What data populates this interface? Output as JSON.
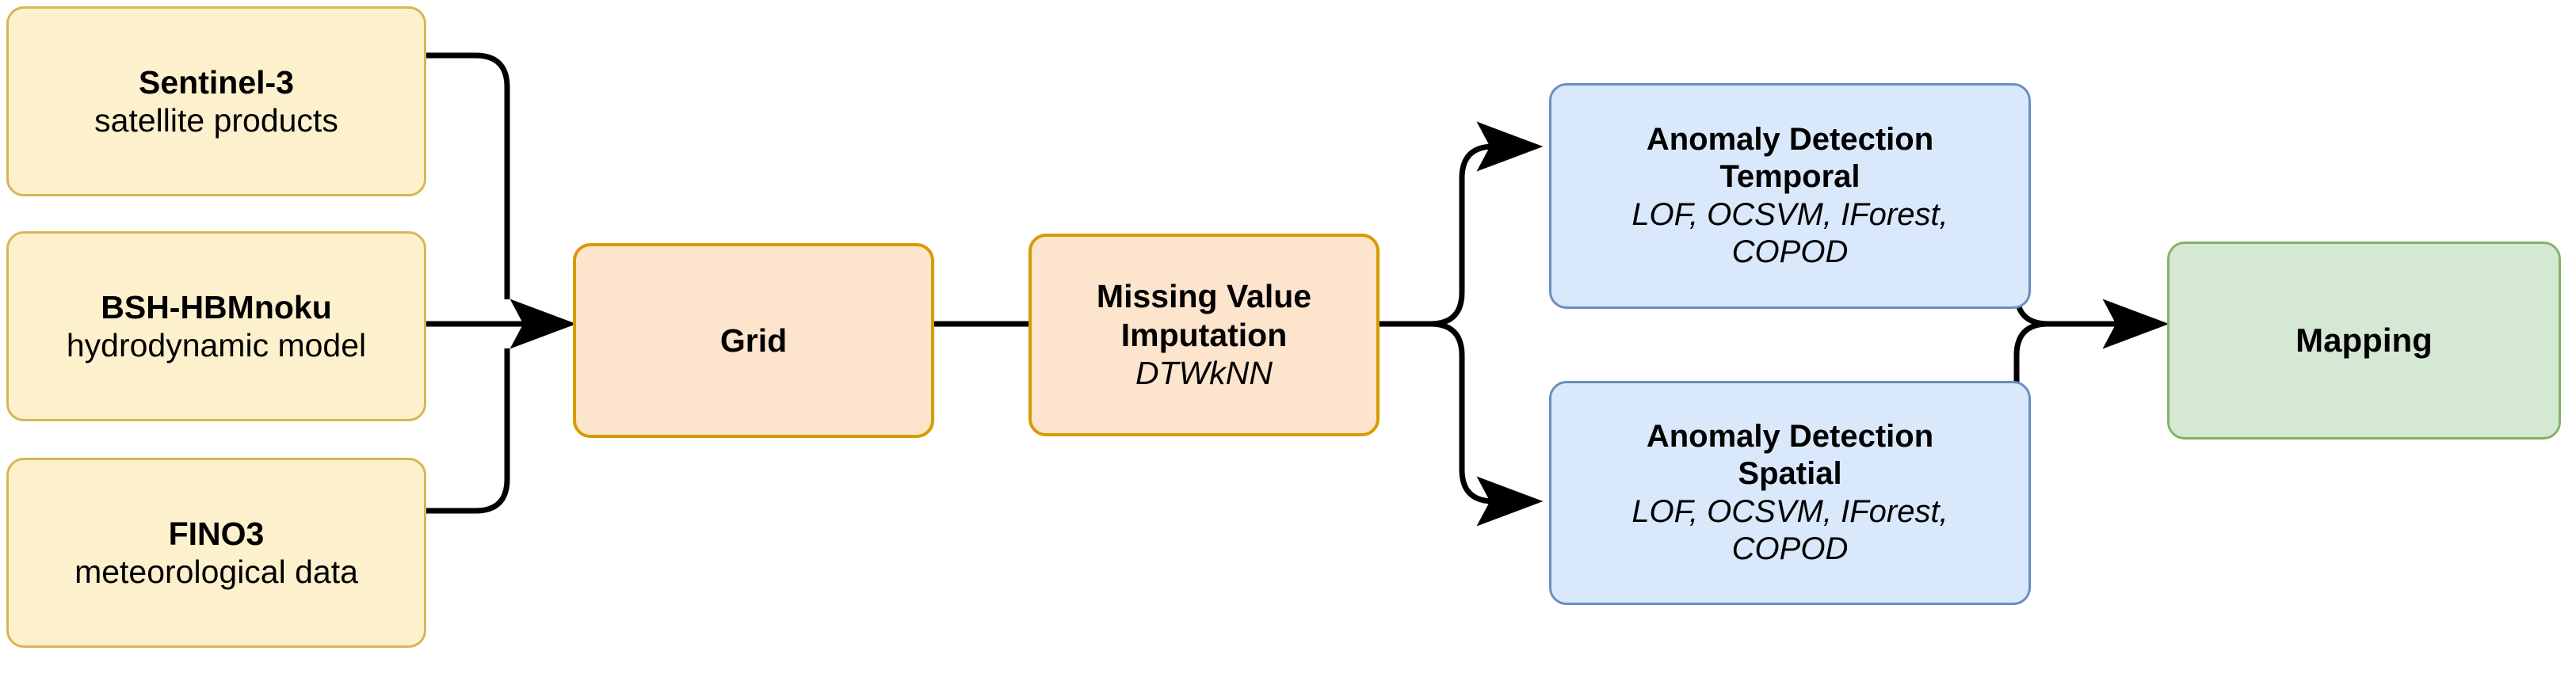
{
  "diagram": {
    "type": "flowchart",
    "orientation": "left-to-right",
    "background_color": "#ffffff",
    "nodes": {
      "sentinel": {
        "title": "Sentinel-3",
        "subtitle": "satellite products",
        "fill_color": "#fdf0cd",
        "border_color": "#d6b656",
        "category": "data-source"
      },
      "bsh": {
        "title": "BSH-HBMnoku",
        "subtitle": "hydrodynamic model",
        "fill_color": "#fdf0cd",
        "border_color": "#d6b656",
        "category": "data-source"
      },
      "fino3": {
        "title": "FINO3",
        "subtitle": "meteorological data",
        "fill_color": "#fdf0cd",
        "border_color": "#d6b656",
        "category": "data-source"
      },
      "grid": {
        "title": "Grid",
        "subtitle": "",
        "fill_color": "#fde4cd",
        "border_color": "#d79b00",
        "category": "process"
      },
      "imputation": {
        "title_line1": "Missing Value",
        "title_line2": "Imputation",
        "subtitle": "DTWkNN",
        "fill_color": "#fde4cd",
        "border_color": "#d79b00",
        "category": "process"
      },
      "temporal": {
        "title_line1": "Anomaly Detection",
        "title_line2": "Temporal",
        "subtitle_line1": "LOF, OCSVM, IForest,",
        "subtitle_line2": "COPOD",
        "fill_color": "#dae8fc",
        "border_color": "#6c8ebf",
        "category": "analysis"
      },
      "spatial": {
        "title_line1": "Anomaly Detection",
        "title_line2": "Spatial",
        "subtitle_line1": "LOF, OCSVM, IForest,",
        "subtitle_line2": "COPOD",
        "fill_color": "#dae8fc",
        "border_color": "#6c8ebf",
        "category": "analysis"
      },
      "mapping": {
        "title": "Mapping",
        "fill_color": "#d5e8d4",
        "border_color": "#82b366",
        "category": "output"
      }
    },
    "edges": [
      {
        "from": "sentinel",
        "to": "grid"
      },
      {
        "from": "bsh",
        "to": "grid"
      },
      {
        "from": "fino3",
        "to": "grid"
      },
      {
        "from": "grid",
        "to": "imputation"
      },
      {
        "from": "imputation",
        "to": "temporal"
      },
      {
        "from": "imputation",
        "to": "spatial"
      },
      {
        "from": "temporal",
        "to": "mapping"
      },
      {
        "from": "spatial",
        "to": "mapping"
      }
    ],
    "edge_color": "#000000"
  }
}
